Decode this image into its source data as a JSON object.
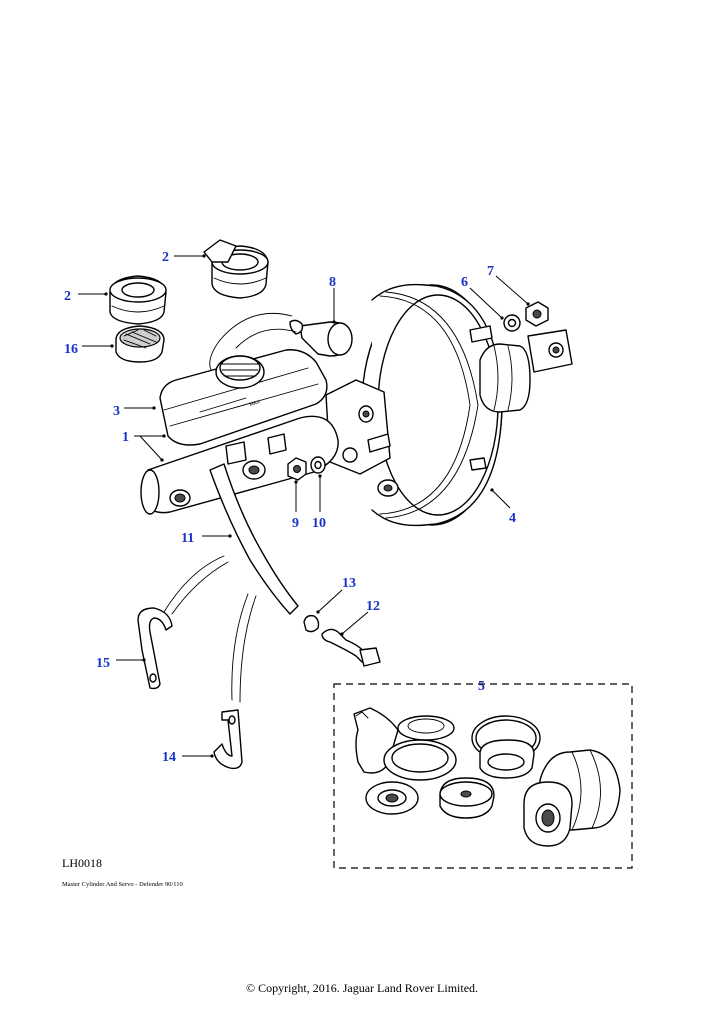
{
  "diagram": {
    "reference_code": "LH0018",
    "caption": "Master Cylinder And Servo - Defender 90/110",
    "copyright": "© Copyright, 2016. Jaguar Land Rover Limited.",
    "kit_callout": "5",
    "callouts": [
      "1",
      "2",
      "2",
      "3",
      "4",
      "5",
      "6",
      "7",
      "8",
      "9",
      "10",
      "11",
      "12",
      "13",
      "14",
      "15",
      "16"
    ],
    "reservoir_marking": "MAX"
  }
}
